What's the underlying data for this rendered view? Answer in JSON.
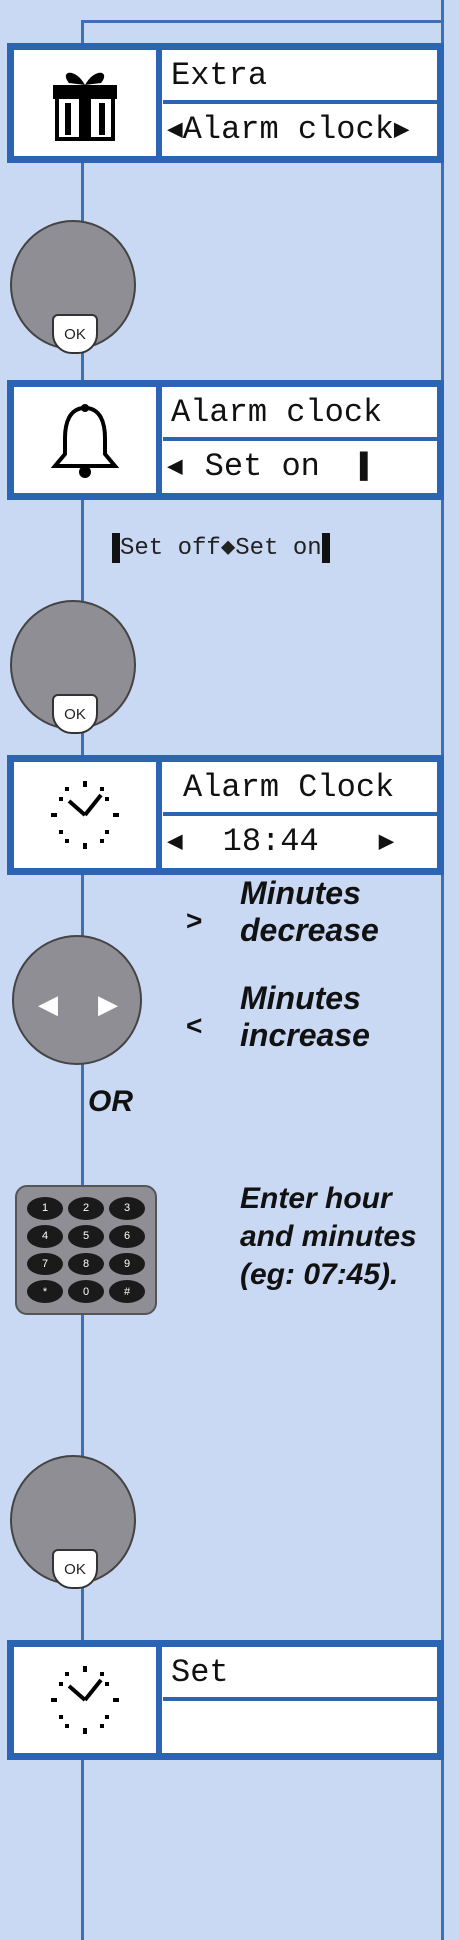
{
  "screens": [
    {
      "line1": "Extra",
      "line2": "Alarm clock",
      "arrow_left": "◀",
      "arrow_right": "▶",
      "icon": "gift-icon"
    },
    {
      "line1": "Alarm clock",
      "line2": "Set on",
      "arrow_left": "◀",
      "arrow_right": "▌",
      "icon": "bell-icon"
    },
    {
      "line1": "Alarm Clock",
      "line2": "18:44",
      "arrow_left": "◀",
      "arrow_right": "▶",
      "icon": "clock-icon"
    },
    {
      "line1": "Set",
      "line2": "",
      "icon": "clock-icon"
    }
  ],
  "option_line": {
    "left": "Set off",
    "diamond": "◆",
    "right": "Set on"
  },
  "ok_label": "OK",
  "nav": {
    "gt": ">",
    "lt": "<",
    "minutes_decrease_1": "Minutes",
    "minutes_decrease_2": "decrease",
    "minutes_increase_1": "Minutes",
    "minutes_increase_2": "increase",
    "or": "OR",
    "enter_1": "Enter hour",
    "enter_2": "and minutes",
    "enter_3": "(eg: 07:45)."
  },
  "colors": {
    "frame": "#2c64b4",
    "background": "#c9d8f3",
    "button": "#8e8e94"
  }
}
